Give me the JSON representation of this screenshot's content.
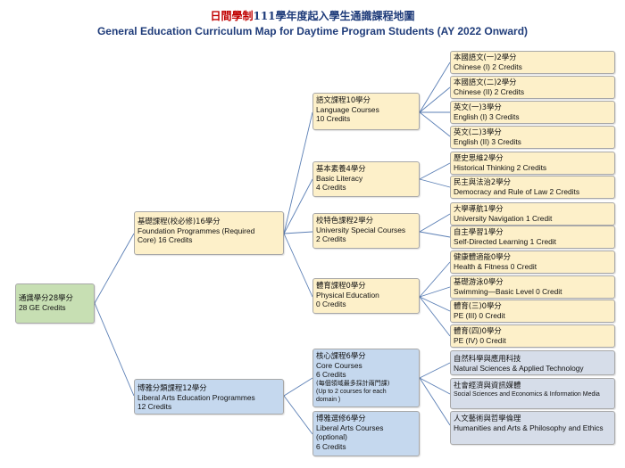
{
  "title": {
    "zh_highlight": "日間學制",
    "zh_rest": "111學年度起入學生通識課程地圖",
    "en": "General Education Curriculum Map for Daytime Program Students (AY 2022 Onward)"
  },
  "colors": {
    "title_blue": "#1f3c7a",
    "title_red": "#c00000",
    "green": "#c7dfb3",
    "yellow": "#fdf0c9",
    "blue": "#c5d8ee",
    "gray": "#d6dde9",
    "line": "#5b7fb5"
  },
  "root": {
    "zh": "通識學分28學分",
    "en": "28 GE Credits"
  },
  "foundation": {
    "zh": "基礎課程(校必修)16學分",
    "en1": "Foundation Programmes (Required",
    "en2": "Core)  16 Credits"
  },
  "liberal": {
    "zh": "博雅分類課程12學分",
    "en1": "Liberal Arts Education Programmes",
    "en2": "12 Credits"
  },
  "language": {
    "zh": "語文課程10學分",
    "en1": "Language Courses",
    "en2": "10 Credits"
  },
  "basic": {
    "zh": "基本素養4學分",
    "en1": "Basic Literacy",
    "en2": "4 Credits"
  },
  "special": {
    "zh": "校特色課程2學分",
    "en1": "University Special Courses",
    "en2": "2 Credits"
  },
  "pe": {
    "zh": "體育課程0學分",
    "en1": "Physical Education",
    "en2": "0 Credits"
  },
  "core": {
    "zh": "核心課程6學分",
    "en1": "Core Courses",
    "en2": "6 Credits",
    "note_zh": "(每個領域最多採計兩門課)",
    "note_en1": "(Up to 2 courses for each",
    "note_en2": "domain )"
  },
  "elective": {
    "zh": "博雅選修6學分",
    "en1": "Liberal Arts Courses",
    "en2": "(optional)",
    "en3": "6 Credits"
  },
  "leaves": {
    "chinese1": {
      "zh": "本國語文(一)2學分",
      "en": "Chinese (I) 2 Credits"
    },
    "chinese2": {
      "zh": "本國語文(二)2學分",
      "en": "Chinese (II) 2 Credits"
    },
    "english1": {
      "zh": "英文(一)3學分",
      "en": "English (I) 3 Credits"
    },
    "english2": {
      "zh": "英文(二)3學分",
      "en": "English (II) 3 Credits"
    },
    "history": {
      "zh": "歷史思維2學分",
      "en": "Historical Thinking 2 Credits"
    },
    "democracy": {
      "zh": "民主與法治2學分",
      "en": "Democracy and Rule of Law 2 Credits"
    },
    "navigation": {
      "zh": "大學導航1學分",
      "en": "University Navigation 1 Credit"
    },
    "selflearn": {
      "zh": "自主學習1學分",
      "en": "Self-Directed Learning 1 Credit"
    },
    "health": {
      "zh": "健康體適能0學分",
      "en": "Health & Fitness 0 Credit"
    },
    "swim": {
      "zh": "基礎游泳0學分",
      "en": "Swimming—Basic Level 0 Credit"
    },
    "pe3": {
      "zh": "體育(三)0學分",
      "en": "PE (III) 0 Credit"
    },
    "pe4": {
      "zh": "體育(四)0學分",
      "en": "PE (IV) 0 Credit"
    },
    "science": {
      "zh": "自然科學與應用科技",
      "en": "Natural Sciences & Applied Technology"
    },
    "social": {
      "zh": "社會經濟與資訊媒體",
      "en": "Social Sciences and  Economics & Information Media"
    },
    "humanities": {
      "zh": "人文藝術與哲學倫理",
      "en": "Humanities and Arts & Philosophy and Ethics"
    }
  }
}
